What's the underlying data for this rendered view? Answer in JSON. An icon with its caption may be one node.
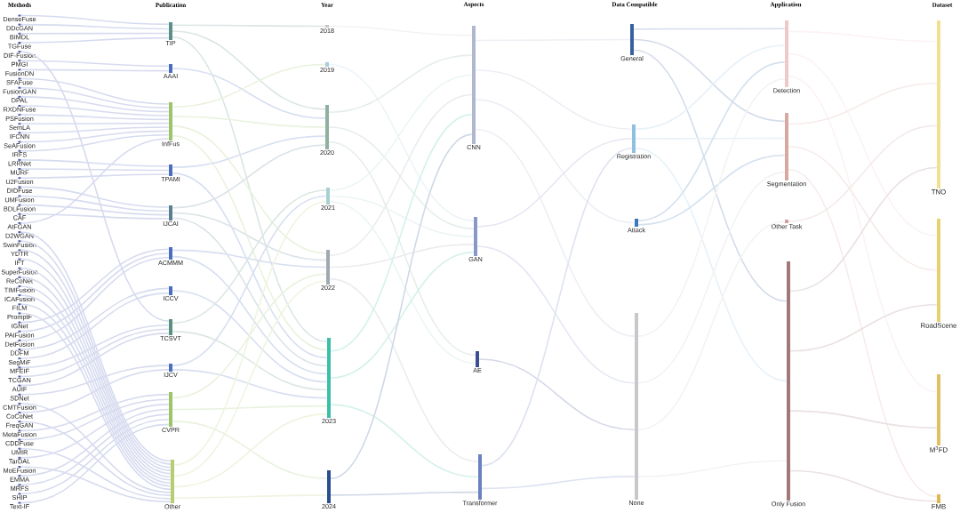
{
  "diagram": {
    "nodes": [
      {
        "text": [
          "DenseFuse"
        ]
      },
      {
        "text": [
          "DDcGAN"
        ]
      },
      {
        "text": [
          "BIMDL"
        ]
      },
      {
        "text": [
          "TGFuse"
        ]
      },
      {
        "text": [
          "DIF-Fusion"
        ]
      },
      {
        "text": [
          "PMGI"
        ]
      },
      {
        "text": [
          "FusionDN"
        ]
      },
      {
        "text": [
          "SFAFuse"
        ]
      },
      {
        "text": [
          "FusionGAN"
        ]
      },
      {
        "text": [
          "DPAL"
        ]
      },
      {
        "text": [
          "RXDNFuse"
        ]
      },
      {
        "text": [
          "PSFusion"
        ]
      },
      {
        "text": [
          "SemLA"
        ]
      },
      {
        "text": [
          "IFCNN"
        ]
      },
      {
        "text": [
          "SeAFusion"
        ]
      },
      {
        "text": [
          "IRFS"
        ]
      },
      {
        "text": [
          "LRRNet"
        ]
      },
      {
        "text": [
          "MURF"
        ]
      },
      {
        "text": [
          "U2Fusion"
        ]
      },
      {
        "text": [
          "DIDFuse"
        ]
      },
      {
        "text": [
          "UMFusion"
        ]
      },
      {
        "text": [
          "BDLFusion"
        ]
      },
      {
        "text": [
          "CAF"
        ]
      },
      {
        "text": [
          "AtFGAN"
        ]
      },
      {
        "text": [
          "D2WGAN"
        ]
      },
      {
        "text": [
          "SwinFusion"
        ]
      },
      {
        "text": [
          "YDTR"
        ]
      },
      {
        "text": [
          "IFT"
        ]
      },
      {
        "text": [
          "SuperFusion"
        ]
      },
      {
        "text": [
          "ReCoNet"
        ]
      },
      {
        "text": [
          "TIMFusion"
        ]
      },
      {
        "text": [
          "ICAFusion"
        ]
      },
      {
        "text": [
          "FILM"
        ]
      },
      {
        "text": [
          "PromptF"
        ]
      },
      {
        "text": [
          "IGNet"
        ]
      },
      {
        "text": [
          "PAIFusion"
        ]
      },
      {
        "text": [
          "DetFusion"
        ]
      },
      {
        "text": [
          "DDFM"
        ]
      },
      {
        "text": [
          "SegMiF"
        ]
      },
      {
        "text": [
          "MFEIF"
        ]
      },
      {
        "text": [
          "TCGAN"
        ]
      },
      {
        "text": [
          "AUIF"
        ]
      },
      {
        "text": [
          "SDNet"
        ]
      },
      {
        "text": [
          "CMTFusion"
        ]
      },
      {
        "text": [
          "CoCoNet"
        ]
      },
      {
        "text": [
          "FreqGAN"
        ]
      },
      {
        "text": [
          "MetaFusion"
        ]
      },
      {
        "text": [
          "CDDFuse"
        ]
      },
      {
        "text": [
          "UMIR"
        ]
      },
      {
        "text": [
          "TarDAL"
        ]
      },
      {
        "text": [
          "MoEFusion"
        ]
      },
      {
        "text": [
          "EMMA"
        ]
      },
      {
        "text": [
          "MRFS"
        ]
      },
      {
        "text": [
          "SHIP"
        ]
      },
      {
        "text": [
          "Text-IF"
        ]
      },
      {
        "text": [
          "TIP"
        ]
      },
      {
        "text": [
          "AAAI"
        ]
      },
      {
        "text": [
          "InfFus"
        ]
      },
      {
        "text": [
          "TPAMI"
        ]
      },
      {
        "text": [
          "IJCAI"
        ]
      },
      {
        "text": [
          "ACMMM"
        ]
      },
      {
        "text": [
          "ICCV"
        ]
      },
      {
        "text": [
          "TCSVT"
        ]
      },
      {
        "text": [
          "IJCV"
        ]
      },
      {
        "text": [
          "CVPR"
        ]
      },
      {
        "text": [
          "Other"
        ]
      },
      {
        "text": [
          "2018"
        ]
      },
      {
        "text": [
          "2019"
        ]
      },
      {
        "text": [
          "2020"
        ]
      },
      {
        "text": [
          "2021"
        ]
      },
      {
        "text": [
          "2022"
        ]
      },
      {
        "text": [
          "2023"
        ]
      },
      {
        "text": [
          "2024"
        ]
      },
      {
        "text": [
          "CNN"
        ]
      },
      {
        "text": [
          "GAN"
        ]
      },
      {
        "text": [
          "AE"
        ]
      },
      {
        "text": [
          "Transformer"
        ]
      },
      {
        "text": [
          "General"
        ]
      },
      {
        "text": [
          "Registration"
        ]
      },
      {
        "text": [
          "Attack"
        ]
      },
      {
        "text": [
          "None"
        ]
      },
      {
        "text": [
          "Detection"
        ]
      },
      {
        "text": [
          "Segmentation"
        ]
      },
      {
        "text": [
          "Other Task"
        ]
      },
      {
        "text": [
          "Only Fusion"
        ]
      },
      {
        "text": [
          "TNO"
        ]
      },
      {
        "text": [
          "RoadScene"
        ]
      },
      {
        "text": [
          "M$^{3}$FD"
        ]
      },
      {
        "text": [
          "FMB"
        ]
      }
    ],
    "edges": [
      {
        "from": 0,
        "to": 55,
        "arrow": "none"
      },
      {
        "from": 1,
        "to": 55,
        "arrow": "none"
      },
      {
        "from": 2,
        "to": 55,
        "arrow": "none"
      },
      {
        "from": 3,
        "to": 55,
        "arrow": "none"
      },
      {
        "from": 4,
        "to": 62,
        "arrow": "none"
      },
      {
        "from": 5,
        "to": 56,
        "arrow": "none"
      },
      {
        "from": 6,
        "to": 56,
        "arrow": "none"
      },
      {
        "from": 7,
        "to": 57,
        "arrow": "none"
      },
      {
        "from": 8,
        "to": 57,
        "arrow": "none"
      },
      {
        "from": 9,
        "to": 57,
        "arrow": "none"
      },
      {
        "from": 10,
        "to": 57,
        "arrow": "none"
      },
      {
        "from": 11,
        "to": 57,
        "arrow": "none"
      },
      {
        "from": 12,
        "to": 57,
        "arrow": "none"
      },
      {
        "from": 13,
        "to": 57,
        "arrow": "none"
      },
      {
        "from": 14,
        "to": 57,
        "arrow": "none"
      },
      {
        "from": 15,
        "to": 57,
        "arrow": "none"
      },
      {
        "from": 16,
        "to": 58,
        "arrow": "none"
      },
      {
        "from": 17,
        "to": 58,
        "arrow": "none"
      },
      {
        "from": 18,
        "to": 58,
        "arrow": "none"
      },
      {
        "from": 19,
        "to": 59,
        "arrow": "none"
      },
      {
        "from": 20,
        "to": 59,
        "arrow": "none"
      },
      {
        "from": 21,
        "to": 59,
        "arrow": "none"
      },
      {
        "from": 22,
        "to": 59,
        "arrow": "none"
      },
      {
        "from": 23,
        "to": 57,
        "arrow": "none"
      },
      {
        "from": 24,
        "to": 65,
        "arrow": "none"
      },
      {
        "from": 25,
        "to": 65,
        "arrow": "none"
      },
      {
        "from": 26,
        "to": 65,
        "arrow": "none"
      },
      {
        "from": 27,
        "to": 65,
        "arrow": "none"
      },
      {
        "from": 28,
        "to": 65,
        "arrow": "none"
      },
      {
        "from": 29,
        "to": 65,
        "arrow": "none"
      },
      {
        "from": 30,
        "to": 65,
        "arrow": "none"
      },
      {
        "from": 31,
        "to": 65,
        "arrow": "none"
      },
      {
        "from": 32,
        "to": 65,
        "arrow": "none"
      },
      {
        "from": 33,
        "to": 65,
        "arrow": "none"
      },
      {
        "from": 34,
        "to": 60,
        "arrow": "none"
      },
      {
        "from": 35,
        "to": 60,
        "arrow": "none"
      },
      {
        "from": 36,
        "to": 60,
        "arrow": "none"
      },
      {
        "from": 37,
        "to": 61,
        "arrow": "none"
      },
      {
        "from": 38,
        "to": 61,
        "arrow": "none"
      },
      {
        "from": 39,
        "to": 62,
        "arrow": "none"
      },
      {
        "from": 40,
        "to": 62,
        "arrow": "none"
      },
      {
        "from": 41,
        "to": 62,
        "arrow": "none"
      },
      {
        "from": 42,
        "to": 63,
        "arrow": "none"
      },
      {
        "from": 43,
        "to": 65,
        "arrow": "none"
      },
      {
        "from": 44,
        "to": 63,
        "arrow": "none"
      },
      {
        "from": 45,
        "to": 65,
        "arrow": "none"
      },
      {
        "from": 46,
        "to": 64,
        "arrow": "none"
      },
      {
        "from": 47,
        "to": 64,
        "arrow": "none"
      },
      {
        "from": 48,
        "to": 65,
        "arrow": "none"
      },
      {
        "from": 49,
        "to": 64,
        "arrow": "none"
      },
      {
        "from": 50,
        "to": 65,
        "arrow": "none"
      },
      {
        "from": 51,
        "to": 64,
        "arrow": "none"
      },
      {
        "from": 52,
        "to": 64,
        "arrow": "none"
      },
      {
        "from": 53,
        "to": 64,
        "arrow": "none"
      },
      {
        "from": 54,
        "to": 64,
        "arrow": "none"
      },
      {
        "from": 55,
        "to": 66,
        "arrow": "none"
      },
      {
        "from": 55,
        "to": 68,
        "arrow": "none"
      },
      {
        "from": 55,
        "to": 71,
        "arrow": "none"
      },
      {
        "from": 56,
        "to": 68,
        "arrow": "none"
      },
      {
        "from": 57,
        "to": 67,
        "arrow": "none"
      },
      {
        "from": 57,
        "to": 68,
        "arrow": "none"
      },
      {
        "from": 57,
        "to": 70,
        "arrow": "none"
      },
      {
        "from": 57,
        "to": 71,
        "arrow": "none"
      },
      {
        "from": 58,
        "to": 68,
        "arrow": "none"
      },
      {
        "from": 58,
        "to": 71,
        "arrow": "none"
      },
      {
        "from": 59,
        "to": 68,
        "arrow": "none"
      },
      {
        "from": 59,
        "to": 70,
        "arrow": "none"
      },
      {
        "from": 59,
        "to": 71,
        "arrow": "none"
      },
      {
        "from": 60,
        "to": 70,
        "arrow": "none"
      },
      {
        "from": 60,
        "to": 71,
        "arrow": "none"
      },
      {
        "from": 61,
        "to": 71,
        "arrow": "none"
      },
      {
        "from": 62,
        "to": 69,
        "arrow": "none"
      },
      {
        "from": 62,
        "to": 71,
        "arrow": "none"
      },
      {
        "from": 63,
        "to": 69,
        "arrow": "none"
      },
      {
        "from": 63,
        "to": 71,
        "arrow": "none"
      },
      {
        "from": 64,
        "to": 70,
        "arrow": "none"
      },
      {
        "from": 64,
        "to": 71,
        "arrow": "none"
      },
      {
        "from": 64,
        "to": 72,
        "arrow": "none"
      },
      {
        "from": 65,
        "to": 69,
        "arrow": "none"
      },
      {
        "from": 65,
        "to": 70,
        "arrow": "none"
      },
      {
        "from": 65,
        "to": 71,
        "arrow": "none"
      },
      {
        "from": 65,
        "to": 72,
        "arrow": "none"
      },
      {
        "from": 66,
        "to": 73,
        "arrow": "none"
      },
      {
        "from": 67,
        "to": 74,
        "arrow": "none"
      },
      {
        "from": 68,
        "to": 73,
        "arrow": "none"
      },
      {
        "from": 68,
        "to": 74,
        "arrow": "none"
      },
      {
        "from": 68,
        "to": 75,
        "arrow": "none"
      },
      {
        "from": 69,
        "to": 73,
        "arrow": "none"
      },
      {
        "from": 69,
        "to": 74,
        "arrow": "none"
      },
      {
        "from": 69,
        "to": 75,
        "arrow": "none"
      },
      {
        "from": 70,
        "to": 73,
        "arrow": "none"
      },
      {
        "from": 70,
        "to": 74,
        "arrow": "none"
      },
      {
        "from": 70,
        "to": 76,
        "arrow": "none"
      },
      {
        "from": 71,
        "to": 73,
        "arrow": "none"
      },
      {
        "from": 71,
        "to": 74,
        "arrow": "none"
      },
      {
        "from": 71,
        "to": 76,
        "arrow": "none"
      },
      {
        "from": 72,
        "to": 73,
        "arrow": "none"
      },
      {
        "from": 72,
        "to": 76,
        "arrow": "none"
      },
      {
        "from": 73,
        "to": 77,
        "arrow": "none"
      },
      {
        "from": 73,
        "to": 78,
        "arrow": "none"
      },
      {
        "from": 73,
        "to": 79,
        "arrow": "none"
      },
      {
        "from": 73,
        "to": 80,
        "arrow": "none"
      },
      {
        "from": 74,
        "to": 78,
        "arrow": "none"
      },
      {
        "from": 74,
        "to": 80,
        "arrow": "none"
      },
      {
        "from": 75,
        "to": 80,
        "arrow": "none"
      },
      {
        "from": 76,
        "to": 78,
        "arrow": "none"
      },
      {
        "from": 76,
        "to": 80,
        "arrow": "none"
      },
      {
        "from": 77,
        "to": 81,
        "arrow": "none"
      },
      {
        "from": 77,
        "to": 82,
        "arrow": "none"
      },
      {
        "from": 77,
        "to": 84,
        "arrow": "none"
      },
      {
        "from": 78,
        "to": 81,
        "arrow": "none"
      },
      {
        "from": 78,
        "to": 82,
        "arrow": "none"
      },
      {
        "from": 78,
        "to": 84,
        "arrow": "none"
      },
      {
        "from": 79,
        "to": 81,
        "arrow": "none"
      },
      {
        "from": 79,
        "to": 82,
        "arrow": "none"
      },
      {
        "from": 80,
        "to": 81,
        "arrow": "none"
      },
      {
        "from": 80,
        "to": 82,
        "arrow": "none"
      },
      {
        "from": 80,
        "to": 83,
        "arrow": "none"
      },
      {
        "from": 80,
        "to": 84,
        "arrow": "none"
      },
      {
        "from": 81,
        "to": 85,
        "arrow": "none"
      },
      {
        "from": 81,
        "to": 86,
        "arrow": "none"
      },
      {
        "from": 81,
        "to": 87,
        "arrow": "none"
      },
      {
        "from": 82,
        "to": 85,
        "arrow": "none"
      },
      {
        "from": 82,
        "to": 86,
        "arrow": "none"
      },
      {
        "from": 82,
        "to": 88,
        "arrow": "none"
      },
      {
        "from": 83,
        "to": 85,
        "arrow": "none"
      },
      {
        "from": 84,
        "to": 85,
        "arrow": "none"
      },
      {
        "from": 84,
        "to": 86,
        "arrow": "none"
      },
      {
        "from": 84,
        "to": 87,
        "arrow": "none"
      },
      {
        "from": 84,
        "to": 88,
        "arrow": "none"
      }
    ],
    "labels": [
      "Methods",
      "Publication",
      "Year",
      "Aspects",
      "Data Compatible",
      "Application",
      "Dataset"
    ]
  }
}
